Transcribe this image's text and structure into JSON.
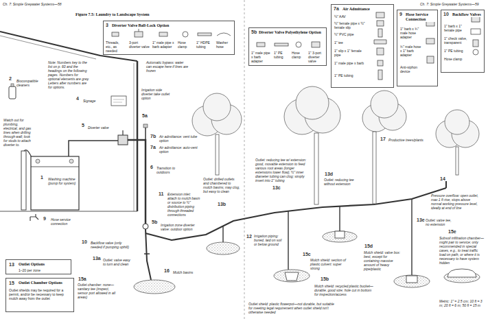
{
  "diagram": {
    "title": "Figure 7.5: Laundry to Landscape System",
    "nodes": [
      {
        "text": [
          "3",
          "Diverter Valve Ball-Lock Option",
          "Threads, etc., as needed",
          "3-port diverter valve",
          "1\" male pipe x barb adapter",
          "Hose clamp",
          "1\" HDPE tubing",
          "Washer hose"
        ]
      },
      {
        "text": [
          "13",
          "Outlet Options",
          "1–20 per zone"
        ]
      },
      {
        "text": [
          "15",
          "Outlet Chamber Options",
          "Outlet shields may be required for a permit, and/or be necessary to keep mulch away from the outlet"
        ]
      },
      {
        "text": [
          "5b",
          "Diverter Valve Polyethylene Option",
          "1\" male pipe x barb adapter",
          "1\" PE tubing",
          "Hose clamp",
          "1\" 3-port diverter valve"
        ]
      },
      {
        "text": [
          "7a",
          "Air Admittance",
          "½\" AAV",
          "½\" female pipe x ½\" female slip",
          "½\" PVC pipe",
          "1\" tee",
          "1\" slip x 1\" female pipe",
          "1\" male pipe x barb",
          "1\" PE tubing"
        ]
      },
      {
        "text": [
          "9",
          "Hose Service Connection",
          "1\" barb x ¾\" male hose adapter",
          "¾\" male hose x 1\" barb adapter",
          "Anti-siphon device"
        ]
      },
      {
        "text": [
          "10",
          "Backflow Valves",
          "1\" barb x 1\" female pipe",
          "1\" check valve, transparent",
          "1\" PE tubing",
          "Hose clamp"
        ]
      }
    ],
    "labels": [
      "Ch. 7: Simple Greywater Systems—58",
      "Ch. 7: Simple Greywater Systems—59",
      "Note: Numbers key to the list on p. 60 and the headings on the following pages. Numbers for optional elements are grey. Letters after numbers are for options.",
      "2",
      "Biocompatible cleaners",
      "Watch out for plumbing, electrical, and gas lines when drilling through wall; look for studs to attach diverter to.",
      "Automatic bypass: water can escape here if lines are frozen",
      "4",
      "Signage",
      "5",
      "Diverter valve",
      "5a",
      "Irrigation side diverter take outlet option",
      "7b",
      "Air admittance: vent tube option",
      "7a",
      "Air admittance: auto-vent option",
      "6",
      "Transition to outdoors",
      "1",
      "Washing machine (pump for system)",
      "11",
      "Extension inlet: attach to mulch basin or source to ½\" distribution piping through threaded connections",
      "9",
      "Hose service connection",
      "5b",
      "Irrigation zone diverter valve: outdoor option",
      "10",
      "Backflow valve (only needed if pumping uphill)",
      "13a",
      "Outlet: valve easy to turn and clean",
      "15a",
      "Outlet chamber: none—sanitary tee (inspect, sensor port allowed in all areas)",
      "16",
      "Mulch basins",
      "Outlet: drilled outlets and chambered to mulch basins; may clog, but easy to clean",
      "13b",
      "12",
      "Irrigation piping: buried, laid on soil or below ground",
      "13c",
      "Outlet: reducing tee w/ extension: good, movable extension to feed various root areas (longer extensions lower flow); ½\" inner diameter tubing can clog; simply insert into 1\" tubing",
      "13d",
      "Outlet: reducing tee without extension",
      "17",
      "Productive trees/plants",
      "14",
      "Pressure overflow: open outlet, max 1 ft rise, stops above normal working pressure level, ideally at end of line",
      "13e",
      "Outlet: valve tee, no extension",
      "15c",
      "Mulch shield: section of plastic culvert: super strong",
      "15d",
      "Mulch shield: valve box: best, except for containing massive amount of heavy pipe/plastic",
      "15e",
      "Subsoil infiltration chamber—might pair to service; only recommended in special cases, e.g., to treat traffic load on path, or where it is necessary to have system hidden",
      "15b",
      "Mulch shield: recycled plastic bucket—durable, good size; hole cut in bottom for inspection/access",
      "Outlet shield: plastic flowerpot—not durable, but suitable for meeting legal requirement when outlet shield isn't otherwise needed",
      "Metric: 1\" = 2.5 cm; 10 ft = 3 m; 20 ft = 6 m; 50 ft = 15 m"
    ]
  }
}
